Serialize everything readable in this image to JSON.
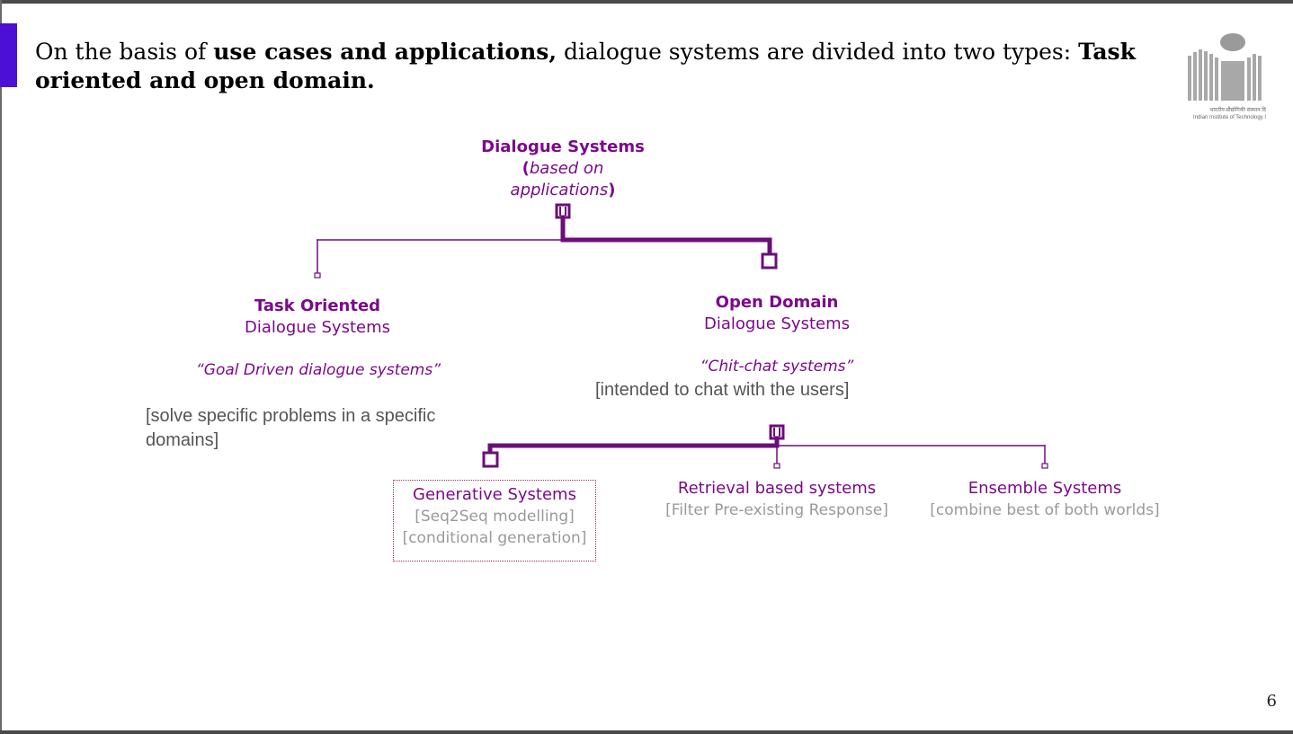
{
  "headline": {
    "part1": "On the basis of ",
    "bold1": "use cases and applications,",
    "part2": " dialogue systems are divided into two types: ",
    "bold2": "Task oriented and open domain."
  },
  "logo": {
    "line1": "भारतीय प्रौद्योगिकी संस्थान दि",
    "line2": "Indian Institute of Technology I"
  },
  "root": {
    "title": "Dialogue Systems",
    "open_paren": "(",
    "subtitle": "based on applications",
    "close_paren": ")"
  },
  "task": {
    "title": "Task Oriented",
    "subtitle": "Dialogue Systems",
    "quote": "“Goal Driven dialogue systems”",
    "note": "[solve specific problems in a specific domains]"
  },
  "open": {
    "title": "Open Domain",
    "subtitle": "Dialogue Systems",
    "quote": "“Chit-chat systems”",
    "note": "[intended to chat with the users]"
  },
  "generative": {
    "title": "Generative Systems",
    "line1": "[Seq2Seq modelling]",
    "line2": "[conditional generation]"
  },
  "retrieval": {
    "title": "Retrieval based systems",
    "line1": "[Filter Pre-existing Response]"
  },
  "ensemble": {
    "title": "Ensemble Systems",
    "line1": "[combine best of both worlds]"
  },
  "page_number": "6",
  "colors": {
    "accent": "#4b0fd6",
    "purple": "#7b0a8a",
    "connector": "#6b0f78"
  }
}
